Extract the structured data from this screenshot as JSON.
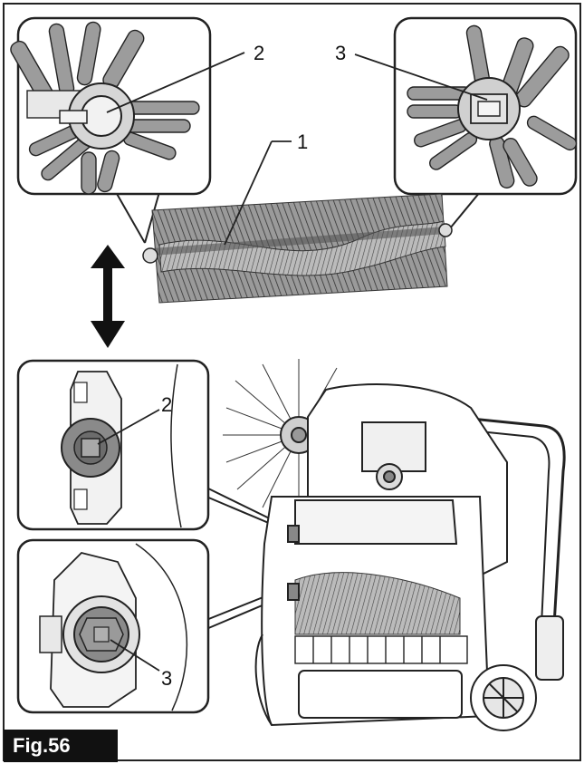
{
  "figure": {
    "caption": "Fig.56",
    "callouts": {
      "top_left": "2",
      "top_right": "3",
      "brush": "1",
      "inset_middle": "2",
      "inset_bottom": "3"
    }
  },
  "colors": {
    "line": "#222222",
    "shade": "#8a8a8a",
    "dark_shade": "#555555",
    "caption_bg": "#111111",
    "caption_text": "#ffffff"
  }
}
